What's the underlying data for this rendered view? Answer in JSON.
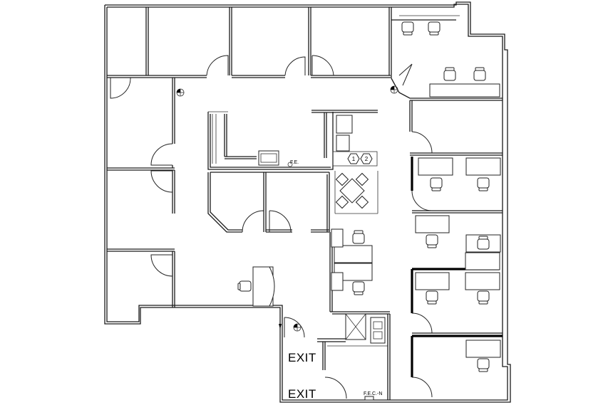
{
  "plan": {
    "exit_labels": [
      "EXIT",
      "EXIT"
    ],
    "fire_extinguisher_label": "F.E.",
    "fec_label": "F.E.C.-N",
    "equipment_tags": [
      "1",
      "2"
    ],
    "icons": {
      "exit_marker": "exit-sign-icon",
      "fire_alarm": "fire-alarm-icon"
    }
  }
}
